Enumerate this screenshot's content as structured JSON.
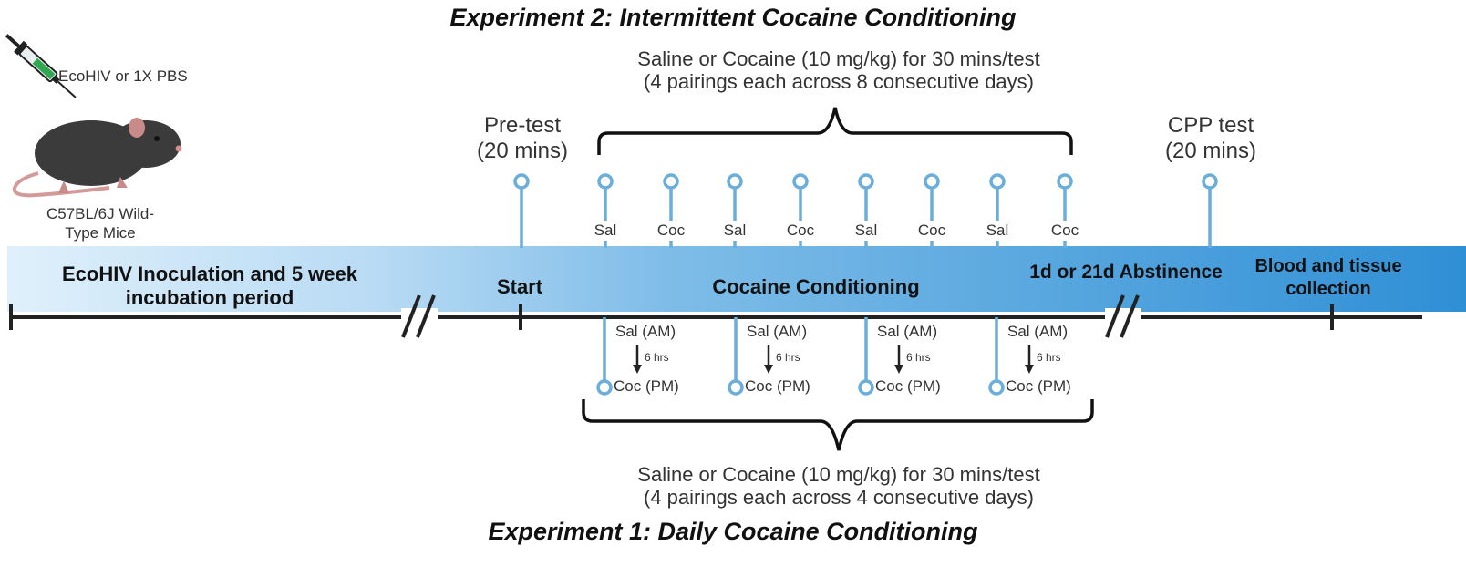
{
  "exp2_title": "Experiment 2: Intermittent Cocaine Conditioning",
  "exp1_title": "Experiment 1: Daily Cocaine Conditioning",
  "top_note": [
    "Saline or Cocaine (10 mg/kg) for 30 mins/test",
    "(4 pairings each across 8 consecutive days)"
  ],
  "bottom_note": [
    "Saline or Cocaine (10 mg/kg) for 30 mins/test",
    "(4 pairings each across 4 consecutive days)"
  ],
  "pretest": [
    "Pre-test",
    "(20 mins)"
  ],
  "cpp": [
    "CPP test",
    "(20 mins)"
  ],
  "syringe_label": "EcoHIV or 1X PBS",
  "mouse_caption": [
    "C57BL/6J Wild-",
    "Type Mice"
  ],
  "band": {
    "inoculation": [
      "EcoHIV Inoculation and 5 week",
      "incubation period"
    ],
    "start": "Start",
    "conditioning": "Cocaine Conditioning",
    "abstinence": "1d or 21d Abstinence",
    "collection": [
      "Blood and tissue",
      "collection"
    ]
  },
  "top_pins": [
    "Sal",
    "Coc",
    "Sal",
    "Coc",
    "Sal",
    "Coc",
    "Sal",
    "Coc"
  ],
  "daily_pairs": [
    {
      "am": "Sal (AM)",
      "gap": "6 hrs",
      "pm": "Coc (PM)"
    },
    {
      "am": "Sal (AM)",
      "gap": "6 hrs",
      "pm": "Coc (PM)"
    },
    {
      "am": "Sal (AM)",
      "gap": "6 hrs",
      "pm": "Coc (PM)"
    },
    {
      "am": "Sal (AM)",
      "gap": "6 hrs",
      "pm": "Coc (PM)"
    }
  ],
  "colors": {
    "pin": "#6aaed9",
    "axis": "#222222"
  },
  "icons": [
    "syringe-icon",
    "mouse-icon"
  ]
}
